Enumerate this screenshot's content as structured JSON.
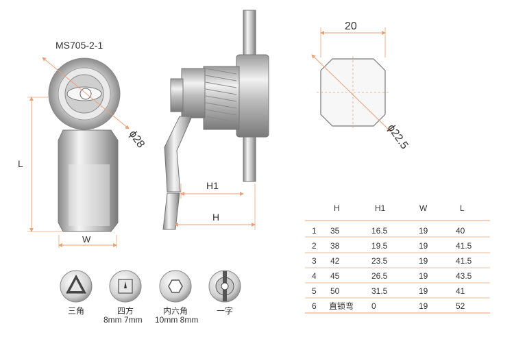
{
  "model_label": "MS705-2-1",
  "dims": {
    "L": "L",
    "W": "W",
    "H": "H",
    "H1": "H1",
    "dia28": "ϕ28",
    "width20": "20",
    "dia22_5": "ϕ22.5"
  },
  "colors": {
    "dimension": "#e8a27a",
    "table_rule": "#e8a27a",
    "metal_dark": "#555555",
    "text": "#333333"
  },
  "table": {
    "headers": [
      "H",
      "H1",
      "W",
      "L"
    ],
    "rows": [
      {
        "num": "1",
        "H": "35",
        "H1": "16.5",
        "W": "19",
        "L": "40"
      },
      {
        "num": "2",
        "H": "38",
        "H1": "19.5",
        "W": "19",
        "L": "41.5"
      },
      {
        "num": "3",
        "H": "42",
        "H1": "23.5",
        "W": "19",
        "L": "41.5"
      },
      {
        "num": "4",
        "H": "45",
        "H1": "26.5",
        "W": "19",
        "L": "43.5"
      },
      {
        "num": "5",
        "H": "50",
        "H1": "31.5",
        "W": "19",
        "L": "41"
      },
      {
        "num": "6",
        "H": "直锁弯",
        "H1": "0",
        "W": "19",
        "L": "52"
      }
    ]
  },
  "key_types": [
    {
      "icon": "triangle-key-icon",
      "label": "三角",
      "sub": ""
    },
    {
      "icon": "square-key-icon",
      "label": "四方",
      "sub": "8mm 7mm"
    },
    {
      "icon": "hex-key-icon",
      "label": "内六角",
      "sub": "10mm 8mm"
    },
    {
      "icon": "slot-key-icon",
      "label": "一字",
      "sub": ""
    }
  ]
}
